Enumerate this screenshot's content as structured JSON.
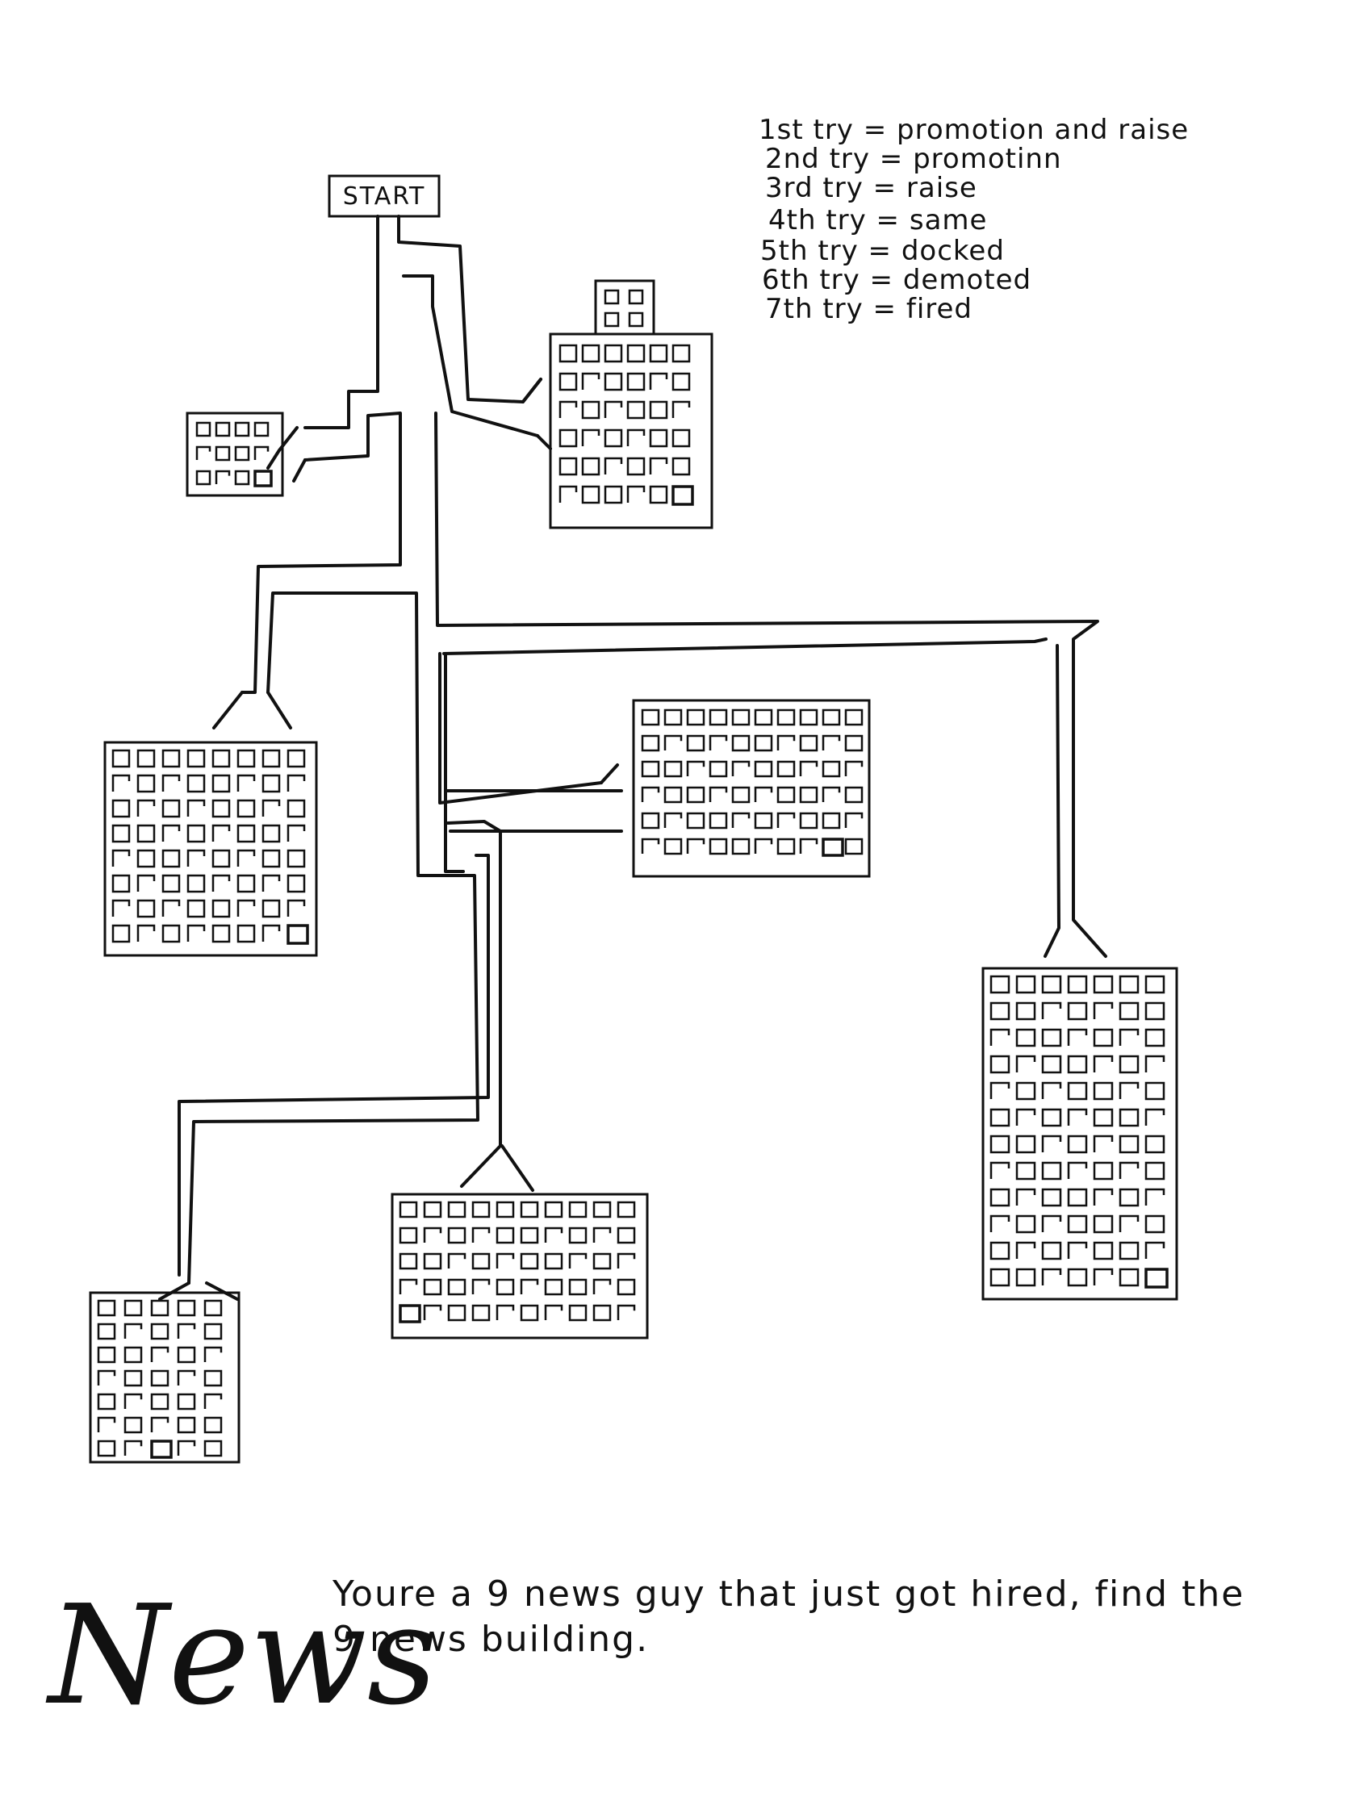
{
  "start_label": "START",
  "legend": [
    "1st try = promotion and raise",
    "2nd try = promotinn",
    "3rd try = raise",
    "4th try = same",
    "5th try = docked",
    "6th try = demoted",
    "7th try = fired"
  ],
  "caption": {
    "line1": "Youre a 9 news guy that just got hired, find the",
    "line2": "9 news building."
  },
  "logo": "News",
  "ink_color": "#111111"
}
